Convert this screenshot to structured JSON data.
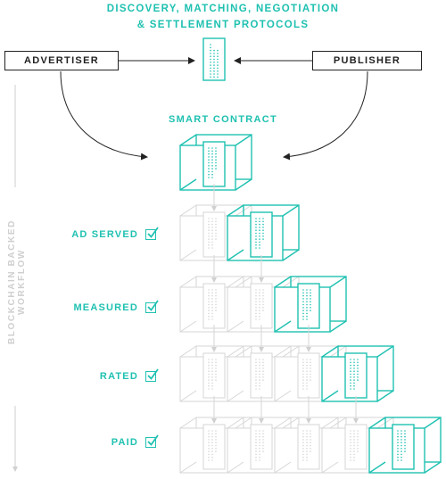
{
  "header": {
    "line1": "DISCOVERY, MATCHING, NEGOTIATION",
    "line2": "& SETTLEMENT PROTOCOLS"
  },
  "nodes": {
    "advertiser": "ADVERTISER",
    "publisher": "PUBLISHER",
    "smart_contract": "SMART CONTRACT"
  },
  "workflow_label": "BLOCKCHAIN BACKED WORKFLOW",
  "stages": [
    {
      "label": "AD SERVED"
    },
    {
      "label": "MEASURED"
    },
    {
      "label": "RATED"
    },
    {
      "label": "PAID"
    }
  ],
  "colors": {
    "accent": "#1fc1b1",
    "faded": "#d6d6d6",
    "ink": "#222222"
  }
}
